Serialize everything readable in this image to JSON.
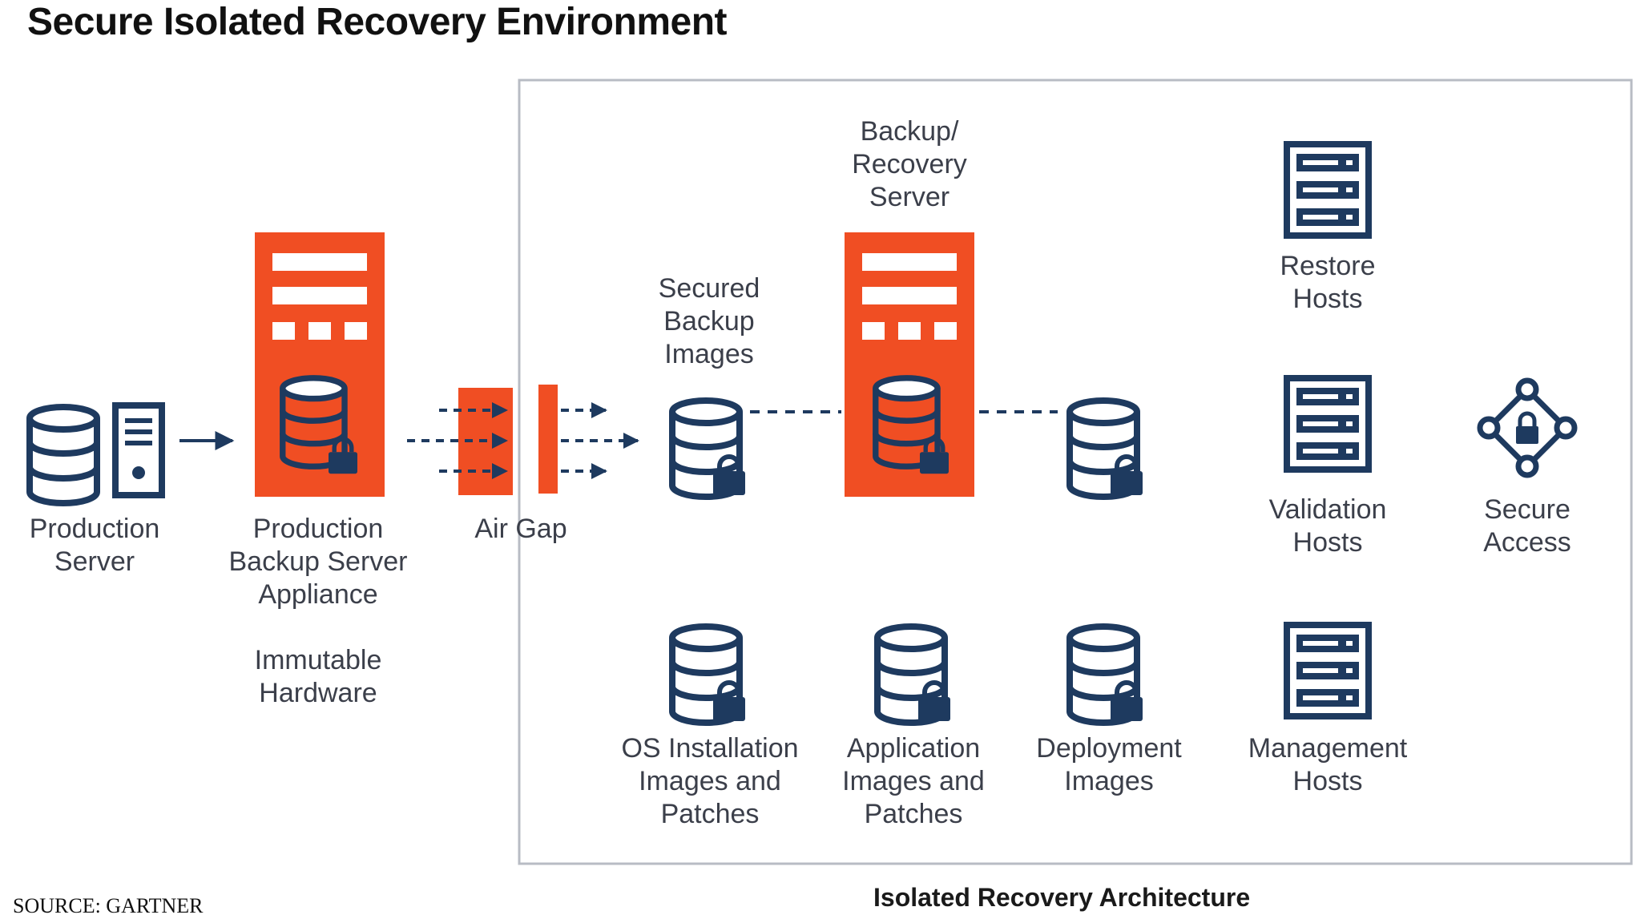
{
  "title": "Secure Isolated Recovery Environment",
  "source": "SOURCE: GARTNER",
  "region_label": "Isolated Recovery Architecture",
  "colors": {
    "accent": "#f04e23",
    "navy": "#1e3a5f",
    "text": "#3b3f4a",
    "frame": "#b8bcc4"
  },
  "nodes": {
    "production_server": {
      "label": "Production\nServer",
      "icons": [
        "database-icon",
        "server-tower-icon"
      ]
    },
    "production_backup": {
      "label": "Production\nBackup Server\nAppliance",
      "note": "Immutable\nHardware",
      "icons": [
        "server-appliance-icon",
        "locked-database-icon"
      ]
    },
    "air_gap": {
      "label": "Air Gap"
    },
    "secured_backup": {
      "label": "Secured\nBackup\nImages",
      "icons": [
        "locked-database-icon"
      ]
    },
    "recovery_server": {
      "label": "Backup/\nRecovery\nServer",
      "icons": [
        "server-appliance-icon",
        "locked-database-icon"
      ]
    },
    "restore_hosts": {
      "label": "Restore\nHosts",
      "icons": [
        "host-rack-icon"
      ]
    },
    "validation_hosts": {
      "label": "Validation\nHosts",
      "icons": [
        "host-rack-icon"
      ]
    },
    "management_hosts": {
      "label": "Management\nHosts",
      "icons": [
        "host-rack-icon"
      ]
    },
    "secure_access": {
      "label": "Secure\nAccess",
      "icons": [
        "secure-access-lock-icon"
      ]
    },
    "os_images": {
      "label": "OS Installation\nImages and\nPatches",
      "icons": [
        "locked-database-icon"
      ]
    },
    "app_images": {
      "label": "Application\nImages and\nPatches",
      "icons": [
        "locked-database-icon"
      ]
    },
    "deployment_images": {
      "label": "Deployment\nImages",
      "icons": [
        "locked-database-icon"
      ]
    }
  }
}
